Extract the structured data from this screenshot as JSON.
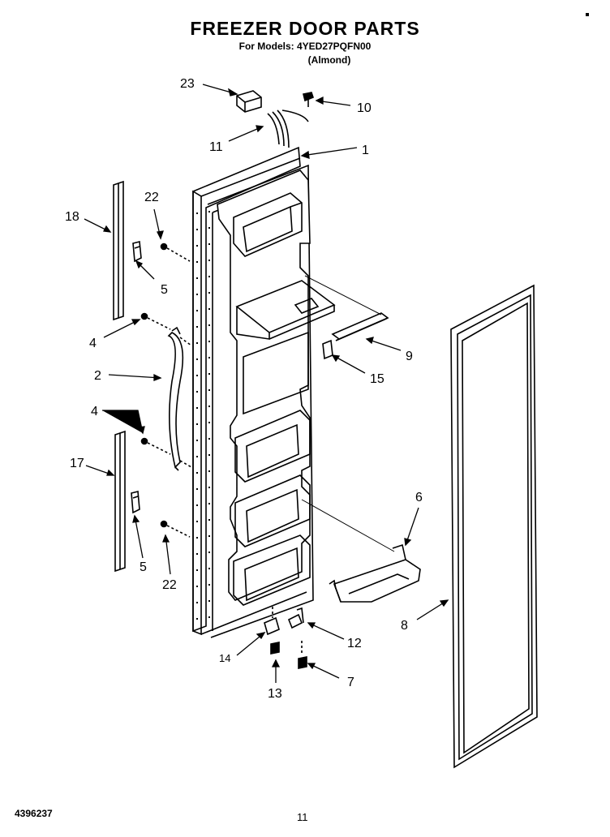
{
  "header": {
    "title": "FREEZER DOOR PARTS",
    "models_line": "For Models: 4YED27PQFN00",
    "color_line": "(Almond)"
  },
  "callouts": [
    "23",
    "10",
    "11",
    "1",
    "22",
    "18",
    "5",
    "4",
    "9",
    "15",
    "2",
    "4",
    "17",
    "6",
    "5",
    "22",
    "8",
    "12",
    "14",
    "7",
    "13"
  ],
  "footer": {
    "doc_number": "4396237",
    "page_number": "11"
  }
}
